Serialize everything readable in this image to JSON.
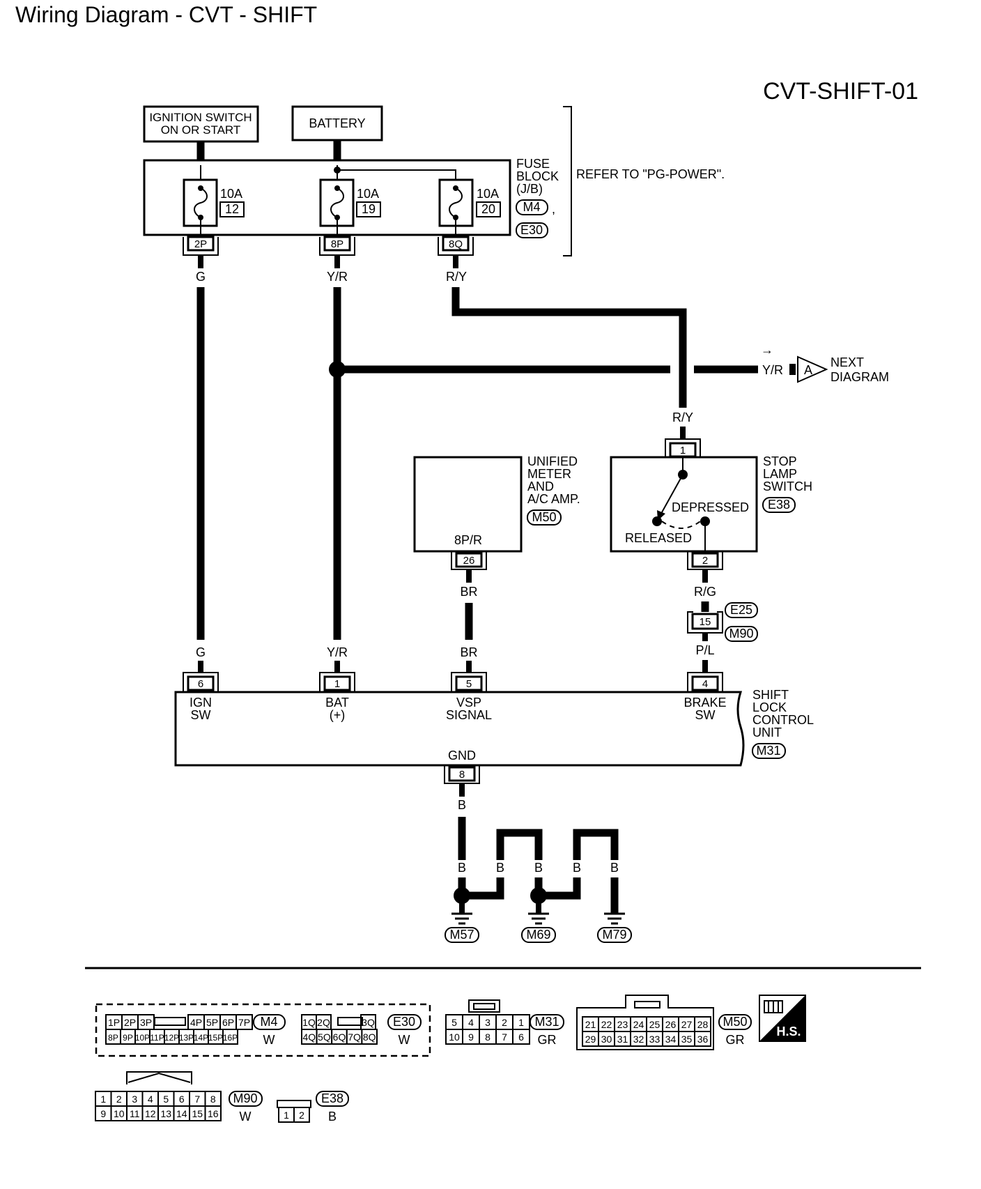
{
  "title": "Wiring Diagram - CVT - SHIFT",
  "diagram_code": "CVT-SHIFT-01",
  "sources": {
    "ignition": [
      "IGNITION SWITCH",
      "ON OR START"
    ],
    "battery": "BATTERY"
  },
  "fuse_block": {
    "label": [
      "FUSE",
      "BLOCK",
      "(J/B)"
    ],
    "connectors": [
      "M4",
      "E30"
    ],
    "comma": ",",
    "refer": "REFER TO \"PG-POWER\".",
    "fuses": [
      {
        "rating": "10A",
        "number": "12",
        "terminal": "2P"
      },
      {
        "rating": "10A",
        "number": "19",
        "terminal": "8P"
      },
      {
        "rating": "10A",
        "number": "20",
        "terminal": "8Q"
      }
    ]
  },
  "wires": {
    "g": "G",
    "yr": "Y/R",
    "ry": "R/Y",
    "br": "BR",
    "rg": "R/G",
    "pl": "P/L",
    "b": "B"
  },
  "next_diagram": {
    "arrow": "→",
    "wire": "Y/R",
    "ref": "A",
    "label": [
      "NEXT",
      "DIAGRAM"
    ]
  },
  "unified_meter": {
    "label": [
      "UNIFIED",
      "METER",
      "AND",
      "A/C AMP."
    ],
    "connector": "M50",
    "terminal_label": "8P/R",
    "pin": "26"
  },
  "stop_lamp_switch": {
    "label": [
      "STOP",
      "LAMP",
      "SWITCH"
    ],
    "connector": "E38",
    "pin_in": "1",
    "pin_out": "2",
    "depressed": "DEPRESSED",
    "released": "RELEASED"
  },
  "joint_connector": {
    "pin": "15",
    "connectors": [
      "E25",
      "M90"
    ]
  },
  "shift_lock_unit": {
    "label": [
      "SHIFT",
      "LOCK",
      "CONTROL",
      "UNIT"
    ],
    "connector": "M31",
    "pins": [
      {
        "pin": "6",
        "name": [
          "IGN",
          "SW"
        ]
      },
      {
        "pin": "1",
        "name": [
          "BAT",
          "(+)"
        ]
      },
      {
        "pin": "5",
        "name": [
          "VSP",
          "SIGNAL"
        ]
      },
      {
        "pin": "4",
        "name": [
          "BRAKE",
          "SW"
        ]
      }
    ],
    "gnd_label": "GND",
    "gnd_pin": "8"
  },
  "grounds": [
    "M57",
    "M69",
    "M79"
  ],
  "connector_views": {
    "m4": {
      "id": "M4",
      "color": "W",
      "row1": [
        "1P",
        "2P",
        "3P",
        "4P",
        "5P",
        "6P",
        "7P"
      ],
      "row2": [
        "8P",
        "9P",
        "10P",
        "11P",
        "12P",
        "13P",
        "14P",
        "15P",
        "16P"
      ]
    },
    "e30": {
      "id": "E30",
      "color": "W",
      "row1": [
        "1Q",
        "2Q",
        "3Q"
      ],
      "row2": [
        "4Q",
        "5Q",
        "6Q",
        "7Q",
        "8Q"
      ]
    },
    "m31": {
      "id": "M31",
      "color": "GR",
      "row1": [
        "5",
        "4",
        "3",
        "2",
        "1"
      ],
      "row2": [
        "10",
        "9",
        "8",
        "7",
        "6"
      ]
    },
    "m50": {
      "id": "M50",
      "color": "GR",
      "row1": [
        "21",
        "22",
        "23",
        "24",
        "25",
        "26",
        "27",
        "28"
      ],
      "row2": [
        "29",
        "30",
        "31",
        "32",
        "33",
        "34",
        "35",
        "36"
      ]
    },
    "m90": {
      "id": "M90",
      "color": "W",
      "row1": [
        "1",
        "2",
        "3",
        "4",
        "5",
        "6",
        "7",
        "8"
      ],
      "row2": [
        "9",
        "10",
        "11",
        "12",
        "13",
        "14",
        "15",
        "16"
      ]
    },
    "e38": {
      "id": "E38",
      "color": "B",
      "row1": [
        "1",
        "2"
      ]
    },
    "hs": "H.S."
  }
}
